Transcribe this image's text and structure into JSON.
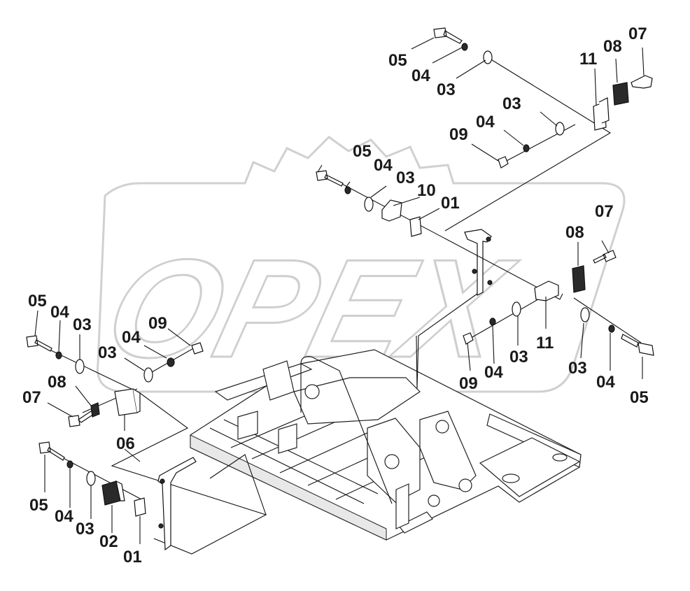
{
  "watermark": {
    "text": "OPEX"
  },
  "callouts": {
    "tr_05": "05",
    "tr_04": "04",
    "tr_03": "03",
    "tr_11": "11",
    "tr_08": "08",
    "tr_07": "07",
    "tr_03b": "03",
    "tr_04b": "04",
    "tr_09": "09",
    "c_05": "05",
    "c_04": "04",
    "c_03": "03",
    "c_10": "10",
    "c_01": "01",
    "r_07": "07",
    "r_08": "08",
    "r_11": "11",
    "r_09": "09",
    "r_04": "04",
    "r_03": "03",
    "r_03b": "03",
    "r_04b": "04",
    "r_05": "05",
    "l_05": "05",
    "l_04": "04",
    "l_03": "03",
    "l_09": "09",
    "l_04b": "04",
    "l_03b": "03",
    "l_08": "08",
    "l_07": "07",
    "l_06": "06",
    "bl_05": "05",
    "bl_04": "04",
    "bl_03": "03",
    "bl_02": "02",
    "bl_01": "01"
  }
}
